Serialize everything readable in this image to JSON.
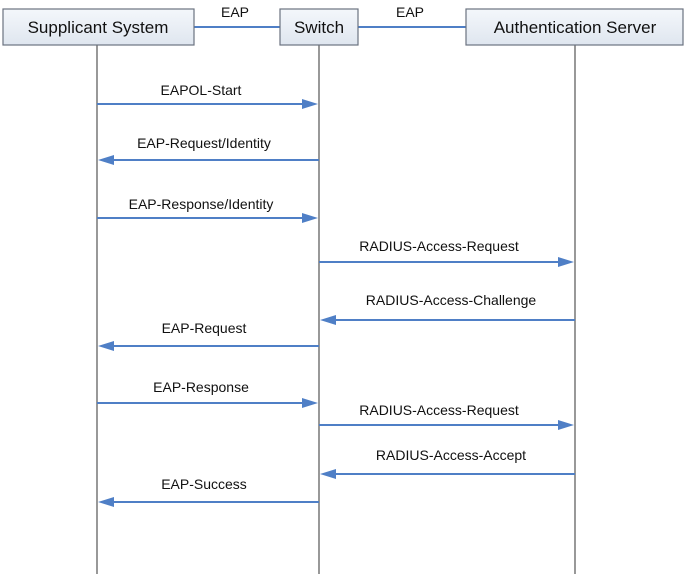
{
  "participants": [
    {
      "id": "supplicant",
      "label": "Supplicant System"
    },
    {
      "id": "switch",
      "label": "Switch"
    },
    {
      "id": "auth",
      "label": "Authentication Server"
    }
  ],
  "links": [
    {
      "from": "supplicant",
      "to": "switch",
      "label": "EAP"
    },
    {
      "from": "switch",
      "to": "auth",
      "label": "EAP"
    }
  ],
  "messages": [
    {
      "from": "supplicant",
      "to": "switch",
      "label": "EAPOL-Start"
    },
    {
      "from": "switch",
      "to": "supplicant",
      "label": "EAP-Request/Identity"
    },
    {
      "from": "supplicant",
      "to": "switch",
      "label": "EAP-Response/Identity"
    },
    {
      "from": "switch",
      "to": "auth",
      "label": "RADIUS-Access-Request"
    },
    {
      "from": "auth",
      "to": "switch",
      "label": "RADIUS-Access-Challenge"
    },
    {
      "from": "switch",
      "to": "supplicant",
      "label": "EAP-Request"
    },
    {
      "from": "supplicant",
      "to": "switch",
      "label": "EAP-Response"
    },
    {
      "from": "switch",
      "to": "auth",
      "label": "RADIUS-Access-Request"
    },
    {
      "from": "auth",
      "to": "switch",
      "label": "RADIUS-Access-Accept"
    },
    {
      "from": "switch",
      "to": "supplicant",
      "label": "EAP-Success"
    }
  ],
  "colors": {
    "node_fill_top": "#f4f7fb",
    "node_fill_bottom": "#dfe6ef",
    "node_border": "#6b7380",
    "link": "#4f7fc6",
    "arrow": "#4f7fc6",
    "lifeline": "#555555",
    "text": "#111111"
  }
}
